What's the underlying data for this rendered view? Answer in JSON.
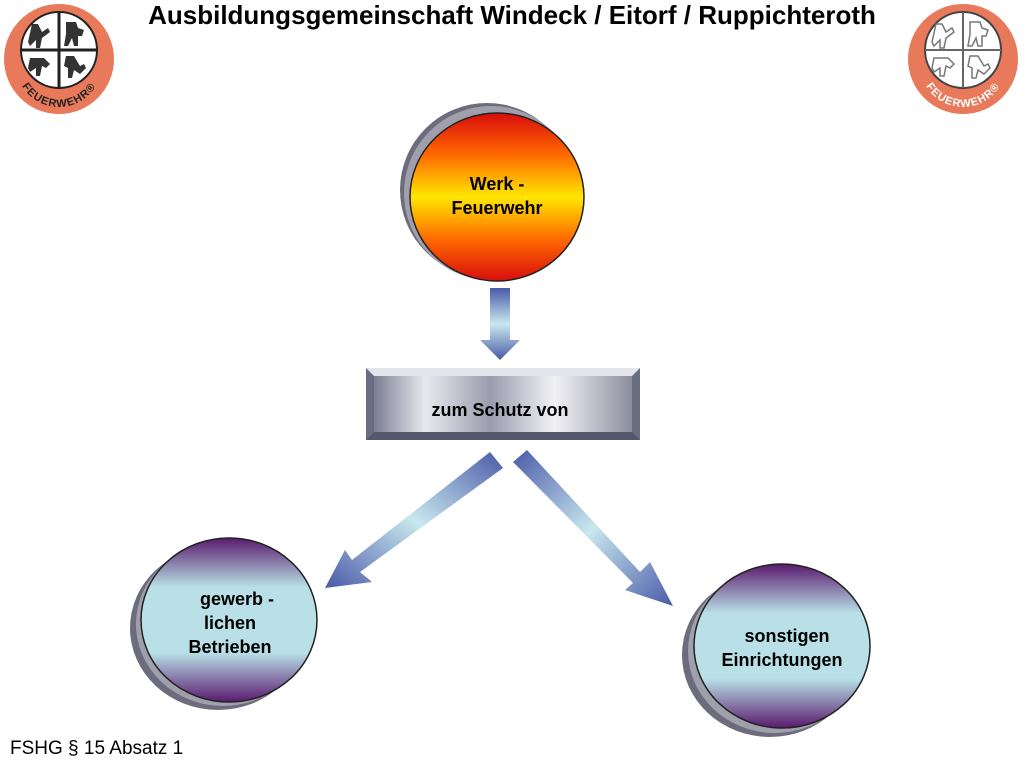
{
  "title": "Ausbildungsgemeinschaft Windeck / Eitorf / Ruppichteroth",
  "logo": {
    "text": "FEUERWEHR®",
    "primary_color": "#e8795b",
    "secondary_color": "#e8795b"
  },
  "nodes": {
    "werk": {
      "line1": "Werk -",
      "line2": "Feuerwehr"
    },
    "schutz": {
      "label": "zum Schutz von"
    },
    "gewerb": {
      "line1": "gewerb -",
      "line2": "lichen",
      "line3": "Betrieben"
    },
    "sonstige": {
      "line1": "sonstigen",
      "line2": "Einrichtungen"
    }
  },
  "footer": "FSHG § 15 Absatz 1",
  "colors": {
    "arrow": "#4a5aa8",
    "purple": "#5a1a6e",
    "teal": "#b8e0e6",
    "red": "#e02010",
    "yellow": "#ffe600"
  }
}
